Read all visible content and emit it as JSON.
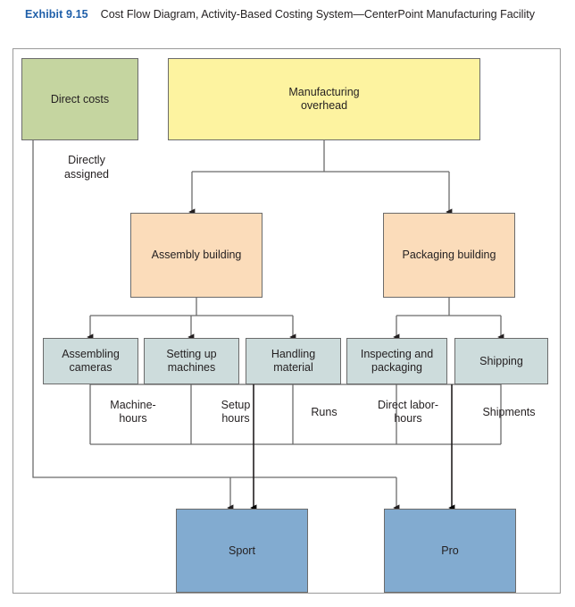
{
  "caption": {
    "exhibit_label": "Exhibit 9.15",
    "title": "Cost Flow Diagram, Activity-Based Costing System—CenterPoint Manufacturing Facility",
    "accent_color": "#1f5fa9"
  },
  "diagram": {
    "type": "flowchart",
    "colors": {
      "direct_costs_box": "#c5d5a0",
      "overhead_box": "#fdf3a0",
      "building_box": "#fbdcba",
      "activity_box": "#cddcdc",
      "product_box": "#82abd0",
      "connector": "#6b6b6b",
      "connector_dark": "#231f20",
      "frame": "#9a9a9a"
    },
    "cost_sources": [
      {
        "id": "direct-costs",
        "label": "Direct costs",
        "style": "green"
      },
      {
        "id": "manufacturing-overhead",
        "label": "Manufacturing\noverhead",
        "style": "yellow"
      }
    ],
    "direct_assignment_note": "Directly\nassigned",
    "cost_pools": [
      {
        "id": "assembly-building",
        "label": "Assembly building",
        "style": "peach"
      },
      {
        "id": "packaging-building",
        "label": "Packaging building",
        "style": "peach"
      }
    ],
    "activities": [
      {
        "id": "assembling-cameras",
        "label": "Assembling\ncameras",
        "driver": "Machine-\nhours",
        "parent": "assembly-building"
      },
      {
        "id": "setting-up-machines",
        "label": "Setting up\nmachines",
        "driver": "Setup\nhours",
        "parent": "assembly-building"
      },
      {
        "id": "handling-material",
        "label": "Handling\nmaterial",
        "driver": "Runs",
        "parent": "assembly-building"
      },
      {
        "id": "inspecting-and-packaging",
        "label": "Inspecting and\npackaging",
        "driver": "Direct labor-\nhours",
        "parent": "packaging-building"
      },
      {
        "id": "shipping",
        "label": "Shipping",
        "driver": "Shipments",
        "parent": "packaging-building"
      }
    ],
    "products": [
      {
        "id": "sport",
        "label": "Sport",
        "style": "blue"
      },
      {
        "id": "pro",
        "label": "Pro",
        "style": "blue"
      }
    ]
  }
}
